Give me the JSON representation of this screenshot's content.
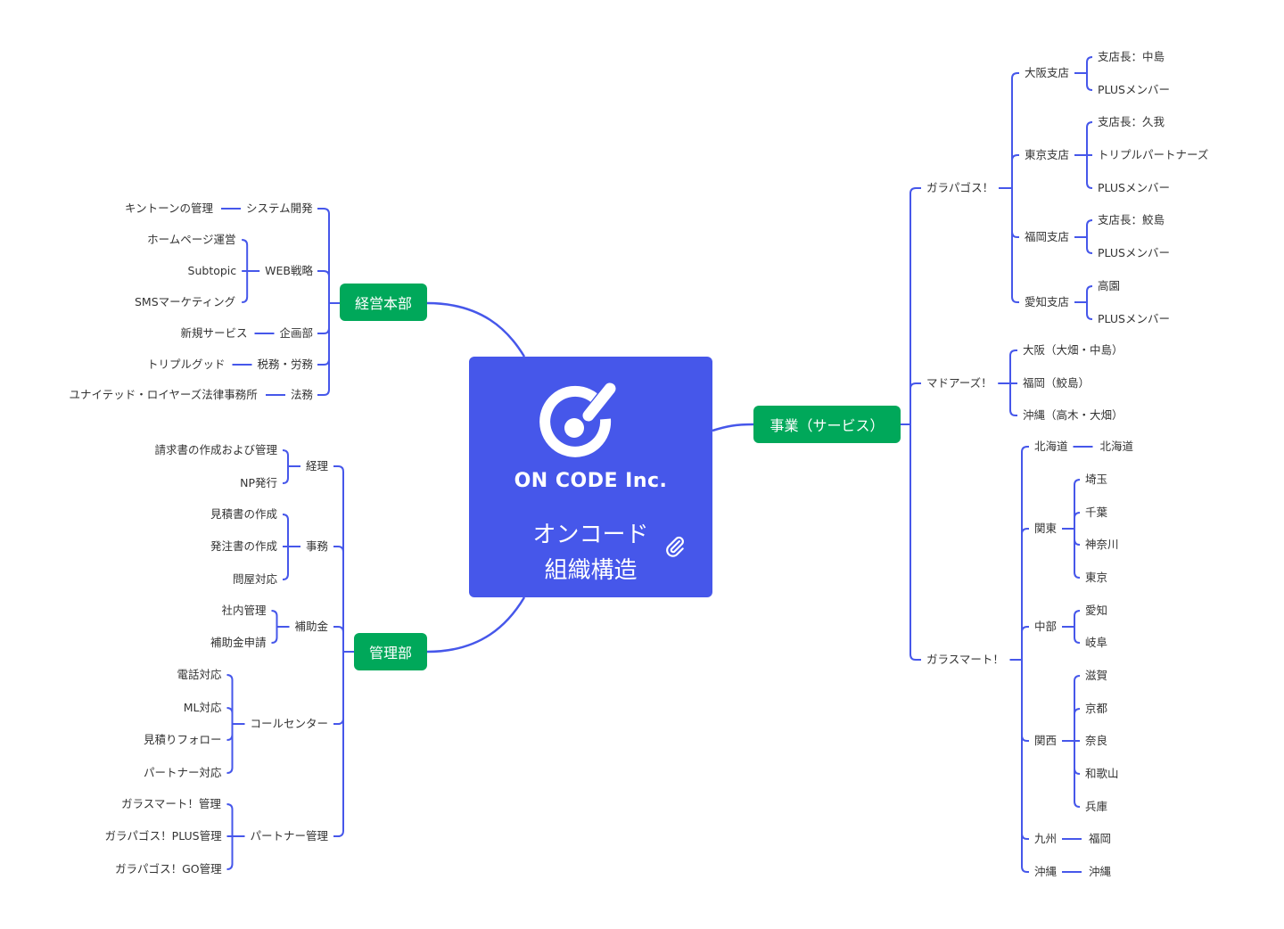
{
  "colors": {
    "line": "#4657ea",
    "central": "#4657ea",
    "main_topic": "#00a85a",
    "text": "#333333"
  },
  "central": {
    "brand": "ON CODE Inc.",
    "title_line1": "オンコード",
    "title_line2": "組織構造",
    "logo_icon": "oncode-logo-icon",
    "attachment_icon": "paperclip-icon"
  },
  "keiei": {
    "label": "経営本部",
    "children": [
      {
        "label": "システム開発",
        "children": [
          "キントーンの管理"
        ]
      },
      {
        "label": "WEB戦略",
        "children": [
          "ホームページ運営",
          "Subtopic",
          "SMSマーケティング"
        ]
      },
      {
        "label": "企画部",
        "children": [
          "新規サービス"
        ]
      },
      {
        "label": "税務・労務",
        "children": [
          "トリプルグッド"
        ]
      },
      {
        "label": "法務",
        "children": [
          "ユナイテッド・ロイヤーズ法律事務所"
        ]
      }
    ]
  },
  "kanri": {
    "label": "管理部",
    "children": [
      {
        "label": "経理",
        "children": [
          "請求書の作成および管理",
          "NP発行"
        ]
      },
      {
        "label": "事務",
        "children": [
          "見積書の作成",
          "発注書の作成",
          "問屋対応"
        ]
      },
      {
        "label": "補助金",
        "children": [
          "社内管理",
          "補助金申請"
        ]
      },
      {
        "label": "コールセンター",
        "children": [
          "電話対応",
          "ML対応",
          "見積りフォロー",
          "パートナー対応"
        ]
      },
      {
        "label": "パートナー管理",
        "children": [
          "ガラスマート！管理",
          "ガラパゴス！PLUS管理",
          "ガラパゴス！GO管理"
        ]
      }
    ]
  },
  "jigyo": {
    "label": "事業（サービス）",
    "children": [
      {
        "label": "ガラパゴス！",
        "children": [
          {
            "label": "大阪支店",
            "children": [
              "支店長：中島",
              "PLUSメンバー"
            ]
          },
          {
            "label": "東京支店",
            "children": [
              "支店長：久我",
              "トリプルパートナーズ",
              "PLUSメンバー"
            ]
          },
          {
            "label": "福岡支店",
            "children": [
              "支店長：鮫島",
              "PLUSメンバー"
            ]
          },
          {
            "label": "愛知支店",
            "children": [
              "高園",
              "PLUSメンバー"
            ]
          }
        ]
      },
      {
        "label": "マドアーズ！",
        "children": [
          {
            "label": "大阪（大畑・中島）",
            "children": []
          },
          {
            "label": "福岡（鮫島）",
            "children": []
          },
          {
            "label": "沖縄（高木・大畑）",
            "children": []
          }
        ]
      },
      {
        "label": "ガラスマート！",
        "children": [
          {
            "label": "北海道",
            "children": [
              "北海道"
            ]
          },
          {
            "label": "関東",
            "children": [
              "埼玉",
              "千葉",
              "神奈川",
              "東京"
            ]
          },
          {
            "label": "中部",
            "children": [
              "愛知",
              "岐阜"
            ]
          },
          {
            "label": "関西",
            "children": [
              "滋賀",
              "京都",
              "奈良",
              "和歌山",
              "兵庫"
            ]
          },
          {
            "label": "九州",
            "children": [
              "福岡"
            ]
          },
          {
            "label": "沖縄",
            "children": [
              "沖縄"
            ]
          }
        ]
      }
    ]
  }
}
